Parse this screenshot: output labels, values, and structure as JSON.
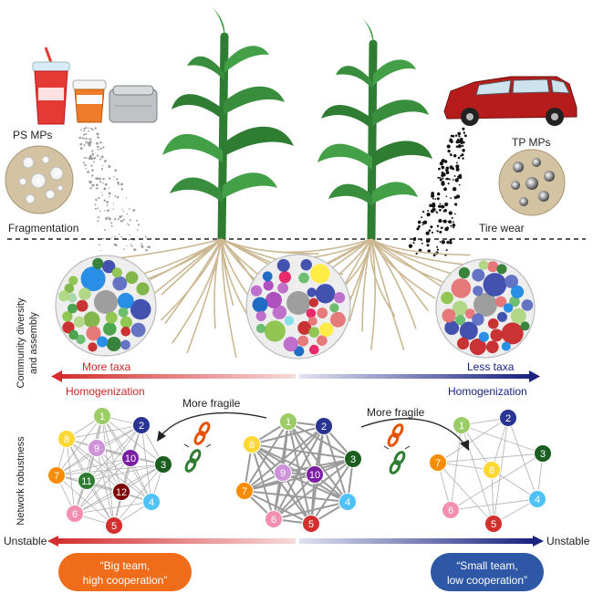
{
  "top": {
    "left_circle_label": "PS MPs",
    "right_circle_label": "TP MPs",
    "left_process": "Fragmentation",
    "right_process": "Tire wear"
  },
  "community": {
    "axis_label_line1": "Community diversity",
    "axis_label_line2": "and assembly",
    "left_arrow_label": "More taxa",
    "right_arrow_label": "Less taxa",
    "left_homogenization": "Homogenization",
    "right_homogenization": "Homogenization"
  },
  "network": {
    "axis_label": "Network robustness",
    "left_fragile": "More fragile",
    "right_fragile": "More fragile",
    "left_unstable": "Unstable",
    "right_unstable": "Unstable",
    "left_badge_line1": "“Big team,",
    "left_badge_line2": "high cooperation”",
    "right_badge_line1": "“Small team,",
    "right_badge_line2": "low cooperation”",
    "left_nodes": [
      "1",
      "2",
      "3",
      "4",
      "5",
      "6",
      "7",
      "8",
      "9",
      "10",
      "11",
      "12"
    ],
    "center_nodes": [
      "1",
      "2",
      "3",
      "4",
      "5",
      "6",
      "7",
      "8",
      "9",
      "10"
    ],
    "right_nodes": [
      "1",
      "2",
      "3",
      "4",
      "5",
      "6",
      "7",
      "8"
    ]
  },
  "colors": {
    "red": "#d32f2f",
    "navy": "#1a237e",
    "orange_badge": "#ef6c1a",
    "blue_badge": "#2e57a6",
    "plant": "#2e8b3a"
  }
}
